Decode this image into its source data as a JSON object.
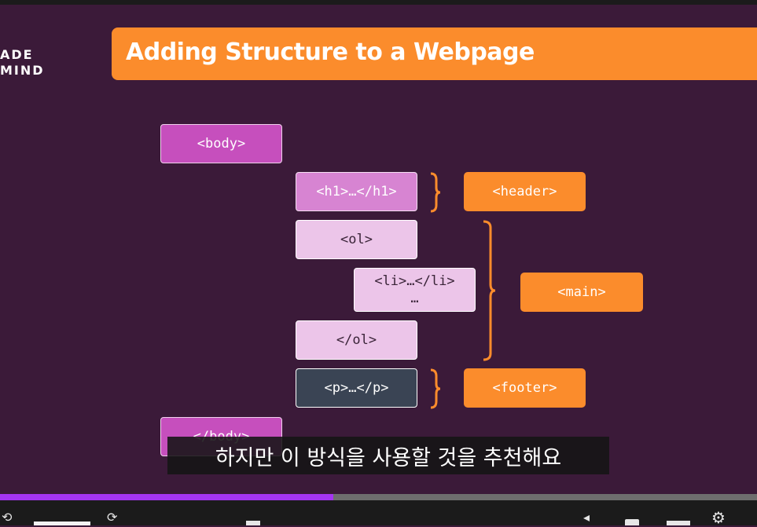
{
  "logo": {
    "line1": "ADE",
    "line2": "MIND"
  },
  "slide": {
    "title": "Adding Structure to a Webpage",
    "tags": {
      "body_open": "<body>",
      "h1": "<h1>…</h1>",
      "ol_open": "<ol>",
      "li_line1": "<li>…</li>",
      "li_line2": "…",
      "ol_close": "</ol>",
      "p": "<p>…</p>",
      "body_close": "</body>"
    },
    "semantic": {
      "header": "<header>",
      "main": "<main>",
      "footer": "<footer>"
    }
  },
  "caption": {
    "text": "하지만 이 방식을 사용할 것을 추천해요"
  },
  "player": {
    "progress": 0.44
  },
  "colors": {
    "background": "#3b1a39",
    "accent_orange": "#fb8c2c",
    "progress": "#a535f2"
  }
}
